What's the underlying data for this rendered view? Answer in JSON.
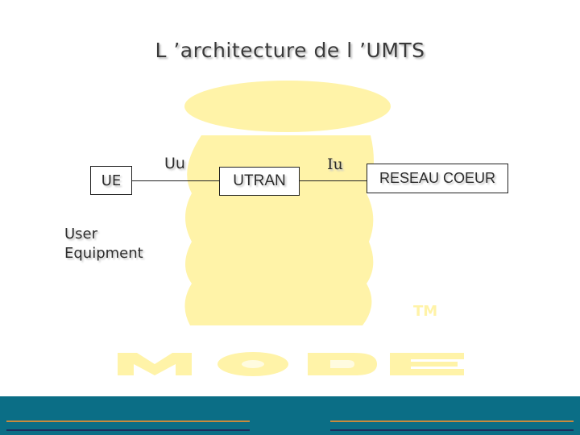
{
  "slide": {
    "title": "L ’architecture de l ’UMTS"
  },
  "diagram": {
    "nodes": {
      "ue": "UE",
      "utran": "UTRAN",
      "core": "RESEAU COEUR"
    },
    "interfaces": {
      "uu": "Uu",
      "iu": "Iu"
    },
    "ue_description": [
      "User",
      "Equipment"
    ]
  },
  "watermark": {
    "text": "MODE",
    "tm": "TM",
    "color": "#fff3a8"
  },
  "footer": {
    "background_color": "#0b6e86",
    "accent_color": "#c98a3c"
  }
}
